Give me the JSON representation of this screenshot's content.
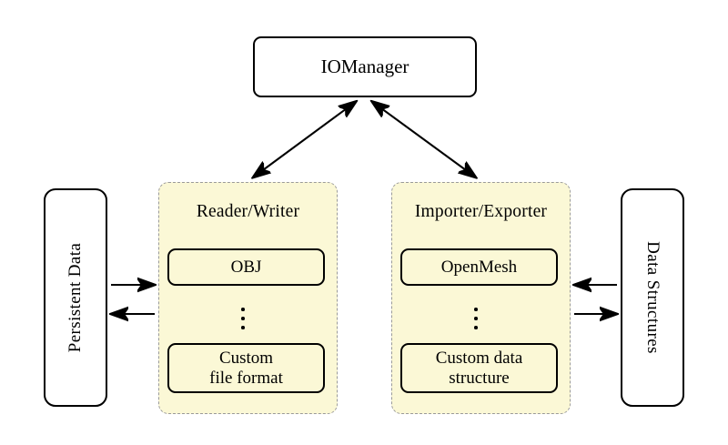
{
  "diagram": {
    "title_node": {
      "label": "IOManager"
    },
    "groups": [
      {
        "id": "reader-writer",
        "title": "Reader/Writer",
        "items": [
          {
            "label": "OBJ"
          },
          {
            "label": "Custom\nfile format"
          }
        ],
        "ellipsis": "⋮"
      },
      {
        "id": "importer-exporter",
        "title": "Importer/Exporter",
        "items": [
          {
            "label": "OpenMesh"
          },
          {
            "label": "Custom data\nstructure"
          }
        ],
        "ellipsis": "⋮"
      }
    ],
    "side_nodes": {
      "left": {
        "label": "Persistent Data"
      },
      "right": {
        "label": "Data Structures"
      }
    },
    "connections": [
      {
        "from": "IOManager",
        "to": "Reader/Writer",
        "style": "double-arrow"
      },
      {
        "from": "IOManager",
        "to": "Importer/Exporter",
        "style": "double-arrow"
      },
      {
        "from": "Persistent Data",
        "to": "Reader/Writer",
        "style": "arrow-right"
      },
      {
        "from": "Reader/Writer",
        "to": "Persistent Data",
        "style": "arrow-left"
      },
      {
        "from": "Data Structures",
        "to": "Importer/Exporter",
        "style": "arrow-left"
      },
      {
        "from": "Importer/Exporter",
        "to": "Data Structures",
        "style": "arrow-right"
      }
    ],
    "colors": {
      "group_fill": "#fbf8d6",
      "group_border": "#9a9a9a",
      "node_border": "#000000",
      "node_fill": "#ffffff",
      "stroke": "#000000"
    }
  }
}
